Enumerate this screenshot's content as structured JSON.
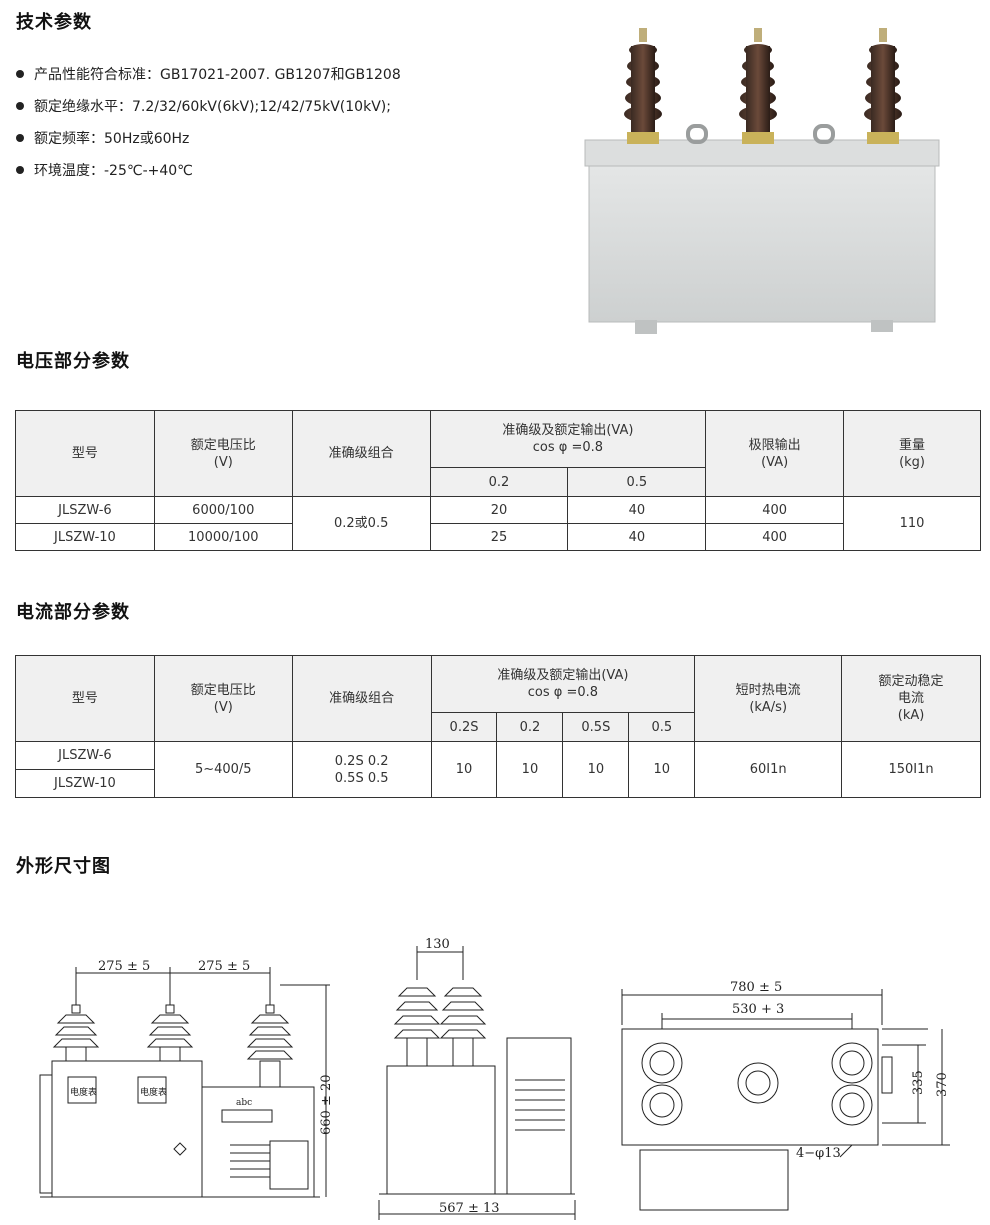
{
  "tech": {
    "heading": "技术参数",
    "items": [
      "产品性能符合标准：GB17021-2007. GB1207和GB1208",
      "额定绝缘水平：7.2/32/60kV(6kV);12/42/75kV(10kV);",
      "额定频率：50Hz或60Hz",
      "环境温度：-25℃-+40℃"
    ]
  },
  "voltage": {
    "heading": "电压部分参数",
    "h_model": "型号",
    "h_ratio": "额定电压比",
    "h_ratio_unit": "(V)",
    "h_class": "准确级组合",
    "h_acc": "准确级及额定输出(VA)",
    "h_cos": "cos φ =0.8",
    "h_sub1": "0.2",
    "h_sub2": "0.5",
    "h_limit": "极限输出",
    "h_limit_unit": "(VA)",
    "h_weight": "重量",
    "h_weight_unit": "(kg)",
    "class_combo": "0.2或0.5",
    "weight": "110",
    "rows": [
      {
        "model": "JLSZW-6",
        "ratio": "6000/100",
        "v02": "20",
        "v05": "40",
        "limit": "400"
      },
      {
        "model": "JLSZW-10",
        "ratio": "10000/100",
        "v02": "25",
        "v05": "40",
        "limit": "400"
      }
    ]
  },
  "current": {
    "heading": "电流部分参数",
    "h_model": "型号",
    "h_ratio": "额定电压比",
    "h_ratio_unit": "(V)",
    "h_class": "准确级组合",
    "h_acc": "准确级及额定输出(VA)",
    "h_cos": "cos φ =0.8",
    "subs": [
      "0.2S",
      "0.2",
      "0.5S",
      "0.5"
    ],
    "h_short": "短时热电流",
    "h_short_unit": "(kA/s)",
    "h_dyn1": "额定动稳定",
    "h_dyn2": "电流",
    "h_dyn_unit": "(kA)",
    "models": [
      "JLSZW-6",
      "JLSZW-10"
    ],
    "ratio": "5~400/5",
    "class_l1": "0.2S 0.2",
    "class_l2": "0.5S 0.5",
    "vals": [
      "10",
      "10",
      "10",
      "10"
    ],
    "short": "60I1n",
    "dyn": "150I1n"
  },
  "dims": {
    "heading": "外形尺寸图",
    "d_275a": "275 ± 5",
    "d_275b": "275 ± 5",
    "d_660": "660 ± 20",
    "meter1": "电度表",
    "meter2": "电度表",
    "abc": "abc",
    "d_130": "130",
    "d_567": "567 ± 13",
    "d_780": "780 ± 5",
    "d_530": "530 + 3",
    "d_335": "335",
    "d_370": "370",
    "d_holes": "4−φ13"
  }
}
